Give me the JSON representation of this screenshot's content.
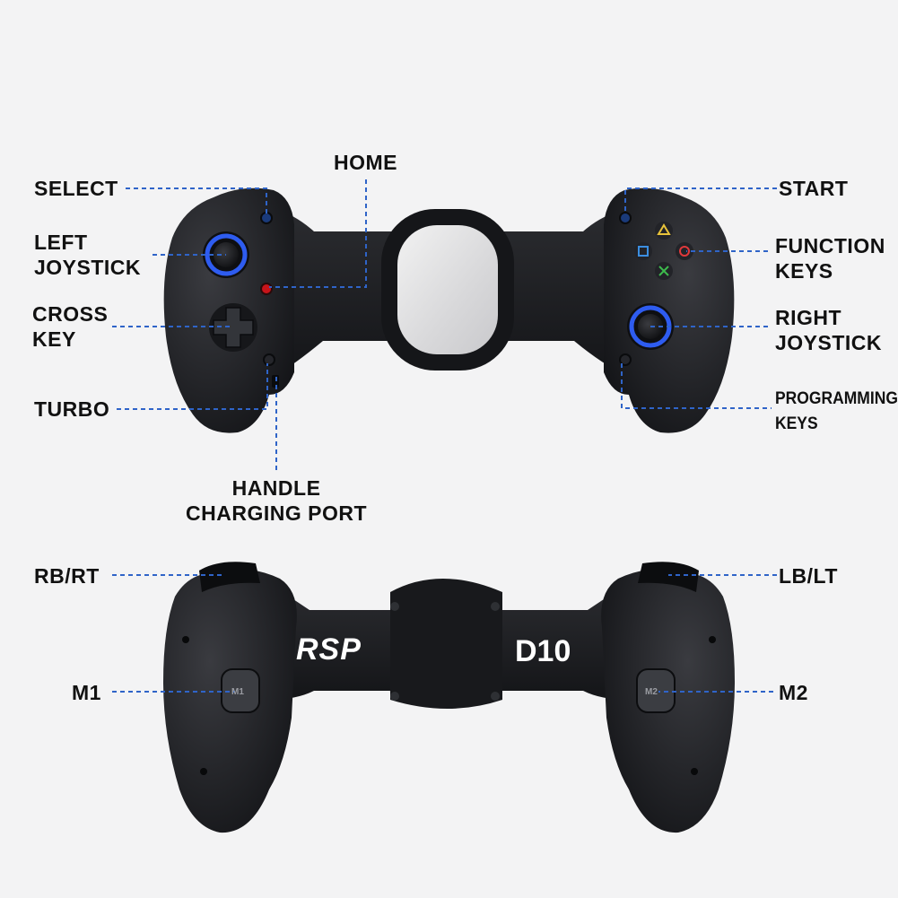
{
  "colors": {
    "background": "#f3f3f4",
    "controller_body": "#1b1c1f",
    "callout_line": "#2f64c8",
    "joystick_ring": "#2e5cf0",
    "label_text": "#111111"
  },
  "front_view": {
    "labels": {
      "select": "SELECT",
      "home": "HOME",
      "start": "START",
      "left_joystick": [
        "LEFT",
        "JOYSTICK"
      ],
      "function_keys": [
        "FUNCTION",
        "KEYS"
      ],
      "cross_key": [
        "CROSS",
        "KEY"
      ],
      "right_joystick": [
        "RIGHT",
        "JOYSTICK"
      ],
      "turbo": "TURBO",
      "programming_keys": [
        "PROGRAMMING",
        "KEYS"
      ],
      "handle_charging_port": [
        "HANDLE",
        "CHARGING PORT"
      ]
    }
  },
  "back_view": {
    "labels": {
      "rb_rt": "RB/RT",
      "lb_lt": "LB/LT",
      "m1": "M1",
      "m2": "M2"
    },
    "brand_logo": "RSP",
    "model": "D10",
    "paddle_left": "M1",
    "paddle_right": "M2"
  },
  "icons": [
    "left-joystick-icon",
    "right-joystick-icon",
    "dpad-icon",
    "face-buttons-icon",
    "home-button-icon",
    "phone-holder-icon"
  ]
}
